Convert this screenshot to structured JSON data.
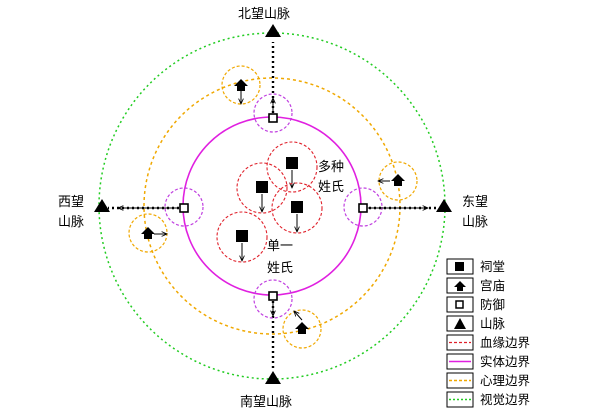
{
  "diagram": {
    "mountains": {
      "north": "北望山脉",
      "south": "南望山脉",
      "west_line1": "西望",
      "west_line2": "山脉",
      "east_line1": "东望",
      "east_line2": "山脉"
    },
    "zones": {
      "multi_line1": "多种",
      "multi_line2": "姓氏",
      "single_line1": "单一",
      "single_line2": "姓氏"
    },
    "legend": [
      {
        "symbol": "ancestral-hall",
        "label": "祠堂"
      },
      {
        "symbol": "temple",
        "label": "宫庙"
      },
      {
        "symbol": "defense",
        "label": "防御"
      },
      {
        "symbol": "mountain",
        "label": "山脉"
      },
      {
        "symbol": "kinship-boundary",
        "label": "血缘边界"
      },
      {
        "symbol": "physical-boundary",
        "label": "实体边界"
      },
      {
        "symbol": "psychological-boundary",
        "label": "心理边界"
      },
      {
        "symbol": "visual-boundary",
        "label": "视觉边界"
      }
    ],
    "colors": {
      "kinship_boundary": "#e0202a",
      "physical_boundary": "#e020e0",
      "psychological_boundary": "#f0a800",
      "visual_boundary": "#22cc22",
      "defense_circle": "#c040e0",
      "symbols": "#000000"
    }
  }
}
